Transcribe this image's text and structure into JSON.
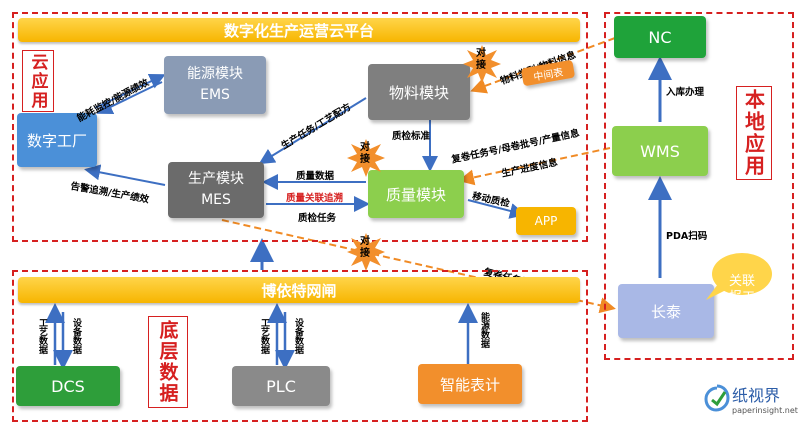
{
  "cloud_platform": {
    "title": "数字化生产运营云平台",
    "section_label": "云应用"
  },
  "gateway": {
    "title": "博依特网闸",
    "section_label": "底层数据"
  },
  "local": {
    "section_label": "本地应用"
  },
  "modules": {
    "ems": "能源模块\nEMS",
    "material": "物料模块",
    "digital_factory": "数字工厂",
    "mes": "生产模块\nMES",
    "quality": "质量模块",
    "app": "APP",
    "nc": "NC",
    "wms": "WMS",
    "changtai": "长泰",
    "dcs": "DCS",
    "plc": "PLC",
    "meter": "智能表计",
    "changtai_note": "关联\n报工",
    "intermediate_table": "中间表"
  },
  "labels": {
    "energy_monitor": "能耗监控/能源绩效",
    "production_tasks": "生产任务/工艺配方",
    "inspection_standard": "质检标准",
    "quality_data": "质量数据",
    "quality_trace": "质量关联追溯",
    "inspection_tasks": "质检任务",
    "mobile_inspection": "移动质检",
    "alarm_perf": "告警追溯/生产绩效",
    "material_info": "物料类别/物料信息",
    "roll_info": "复卷任务号/母卷批号/产量信息",
    "progress_info": "生产进度信息",
    "roll_batch": "复卷任务号/母卷批号",
    "inbound": "入库办理",
    "pda_scan": "PDA扫码",
    "process_data": "工艺数据",
    "equipment_data": "设备数据",
    "energy_data": "能源数据",
    "interface": "对接"
  },
  "watermark": {
    "name": "纸视界",
    "url": "paperinsight.net"
  },
  "colors": {
    "dash_red": "#d62020",
    "yellow": "#f7b500",
    "blue_arrow": "#3d6fc2",
    "orange_dash": "#f08a24",
    "green": "#2e9e3a",
    "light_green": "#8ccf4d",
    "gray_blue": "#8a9bb5",
    "gray": "#7f7f7f",
    "dark_gray": "#6b6b6b",
    "sky_blue": "#4b90d8",
    "orange": "#f28f2c",
    "lavender": "#a9b8e6"
  }
}
